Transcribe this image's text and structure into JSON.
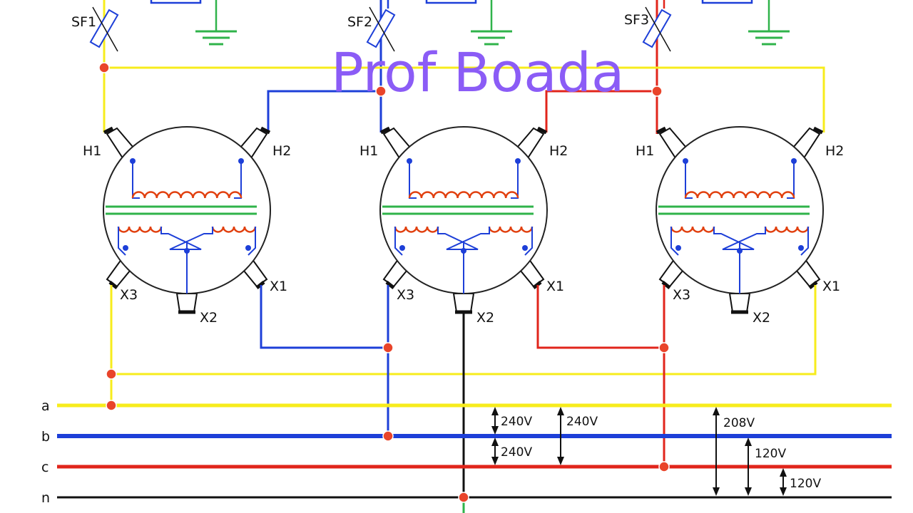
{
  "watermark": "Prof Boada",
  "fuses": [
    "SF1",
    "SF2",
    "SF3"
  ],
  "terminals": {
    "h1": "H1",
    "h2": "H2",
    "x1": "X1",
    "x2": "X2",
    "x3": "X3"
  },
  "buses": [
    "a",
    "b",
    "c",
    "n"
  ],
  "voltages": {
    "ab": "240V",
    "ac": "240V",
    "bc": "240V",
    "high_leg": "208V",
    "cn": "120V",
    "an": "120V"
  },
  "colors": {
    "phase_a": "#f7ec1c",
    "phase_b": "#1d3fd8",
    "phase_c": "#e1251b",
    "neutral": "#111111",
    "ground": "#2fb34a",
    "watermark": "#8b5cf6"
  }
}
